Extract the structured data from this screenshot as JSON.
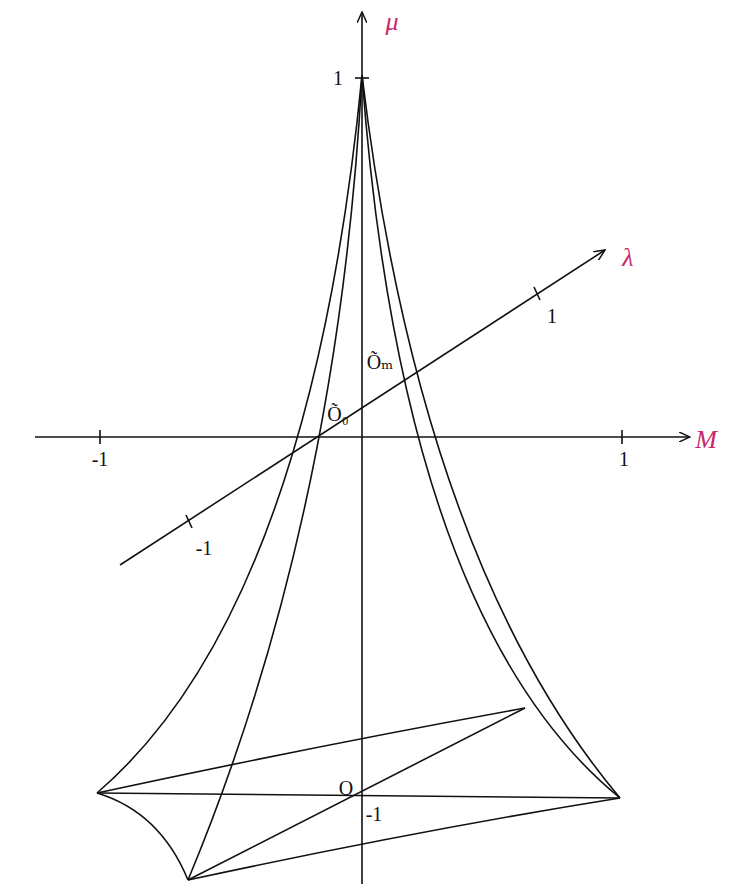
{
  "diagram": {
    "labels": [
      "μ",
      "1",
      "Õₘ",
      "λ",
      "Õ₀",
      "1",
      "-1",
      "M",
      "-1",
      "1",
      "O",
      "-1"
    ]
  }
}
